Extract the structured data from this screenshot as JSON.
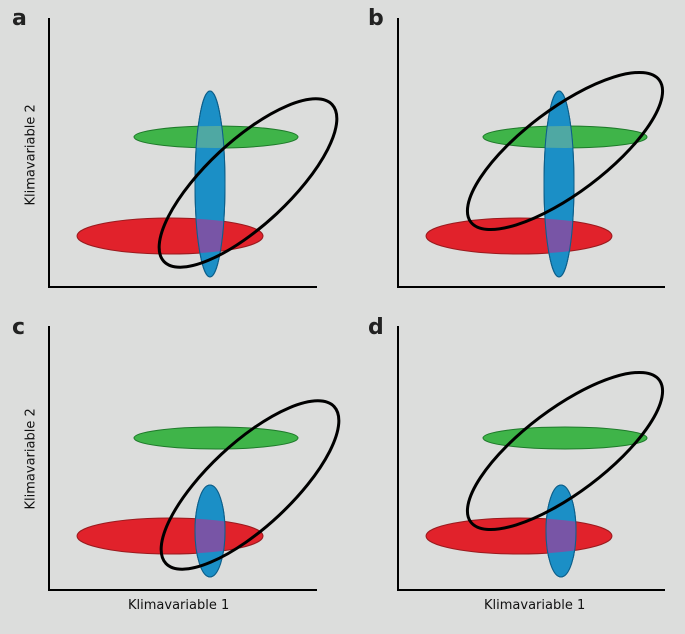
{
  "panels": [
    {
      "letter": "a"
    },
    {
      "letter": "b"
    },
    {
      "letter": "c"
    },
    {
      "letter": "d"
    }
  ],
  "labels": {
    "y_axis": "Klimavariable 2",
    "x_axis": "Klimavariable 1"
  },
  "colors": {
    "green": "#3fb449",
    "red": "#e1222b",
    "blue": "#1b8fc6",
    "overlap_green_blue": "#4fa8a3",
    "overlap_red_blue": "#7855a6",
    "outline": "#000000"
  }
}
